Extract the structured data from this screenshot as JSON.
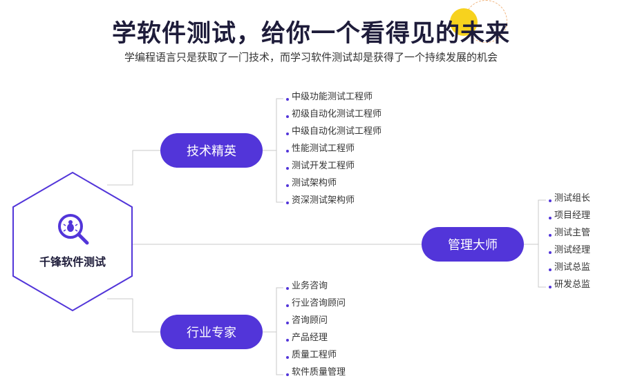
{
  "header": {
    "title": "学软件测试，给你一个看得见的未来",
    "subtitle": "学编程语言只是获取了一门技术，而学习软件测试却是获得了一个持续发展的机会"
  },
  "center": {
    "label": "千锋软件测试",
    "icon": "bug-search-icon"
  },
  "colors": {
    "accent": "#5235d9",
    "title": "#1e1c3a",
    "highlight": "#f7d21e"
  },
  "branches": {
    "tech": {
      "label": "技术精英",
      "items": [
        "中级功能测试工程师",
        "初级自动化测试工程师",
        "中级自动化测试工程师",
        "性能测试工程师",
        "测试开发工程师",
        "测试架构师",
        "资深测试架构师"
      ]
    },
    "management": {
      "label": "管理大师",
      "items": [
        "测试组长",
        "项目经理",
        "测试主管",
        "测试经理",
        "测试总监",
        "研发总监"
      ]
    },
    "industry": {
      "label": "行业专家",
      "items": [
        "业务咨询",
        "行业咨询顾问",
        "咨询顾问",
        "产品经理",
        "质量工程师",
        "软件质量管理"
      ]
    }
  }
}
